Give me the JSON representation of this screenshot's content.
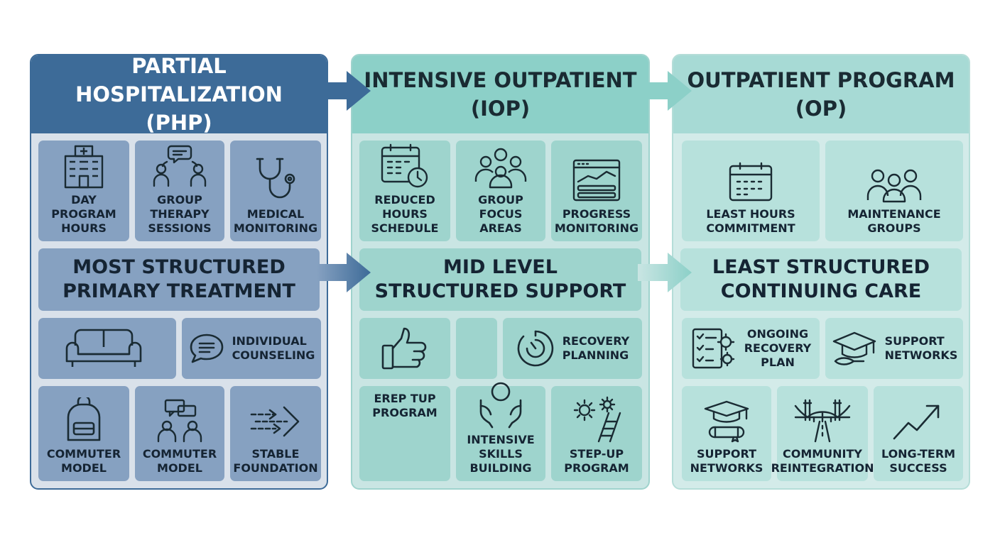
{
  "colors": {
    "php_dark": "#3d6b98",
    "php_tile": "#86a1c1",
    "php_bg": "#d9e1ea",
    "iop_head": "#8cd0c8",
    "iop_tile": "#9ed4cd",
    "op_head": "#a7dad5",
    "op_tile": "#b7e1dc",
    "ink": "#1a2b33"
  },
  "columns": [
    {
      "id": "php",
      "title_line1": "PARTIAL HOSPITALIZATION",
      "title_line2": "(PHP)",
      "banner_line1": "MOST STRUCTURED",
      "banner_line2": "PRIMARY TREATMENT",
      "tiles": [
        {
          "label": "DAY PROGRAM\nHOURS",
          "icon": "hospital-icon"
        },
        {
          "label": "GROUP\nTHERAPY\nSESSIONS",
          "icon": "group-chat-icon"
        },
        {
          "label": "MEDICAL\nMONITORING",
          "icon": "stethoscope-icon"
        },
        {
          "label": "",
          "icon": "sofa-icon"
        },
        {
          "label": "INDIVIDUAL\nCOUNSELING",
          "icon": "speech-bubble-icon"
        },
        {
          "label": "COMMUTER\nMODEL",
          "icon": "backpack-icon"
        },
        {
          "label": "COMMUTER\nMODEL",
          "icon": "people-chat-icon"
        },
        {
          "label": "STABLE\nFOUNDATION",
          "icon": "speed-arrows-icon"
        }
      ]
    },
    {
      "id": "iop",
      "title_line1": "INTENSIVE OUTPATIENT",
      "title_line2": "(IOP)",
      "banner_line1": "MID LEVEL",
      "banner_line2": "STRUCTURED SUPPORT",
      "tiles": [
        {
          "label": "REDUCED\nHOURS\nSCHEDULE",
          "icon": "calendar-clock-icon"
        },
        {
          "label": "GROUP\nFOCUS\nAREAS",
          "icon": "people-group-icon"
        },
        {
          "label": "PROGRESS\nMONITORING",
          "icon": "dashboard-icon"
        },
        {
          "label": "",
          "icon": "thumbs-up-icon"
        },
        {
          "label": "",
          "icon": ""
        },
        {
          "label": "RECOVERY\nPLANNING",
          "icon": "timer-icon"
        },
        {
          "label": "EREP TUP\nPROGRAM",
          "icon": ""
        },
        {
          "label": "INTENSIVE\nSKILLS BUILDING",
          "icon": "hands-icon"
        },
        {
          "label": "STEP-UP\nPROGRAM",
          "icon": "gears-ladder-icon"
        }
      ]
    },
    {
      "id": "op",
      "title_line1": "OUTPATIENT PROGRAM",
      "title_line2": "(OP)",
      "banner_line1": "LEAST STRUCTURED",
      "banner_line2": "CONTINUING CARE",
      "tiles": [
        {
          "label": "LEAST HOURS\nCOMMITMENT",
          "icon": "calendar-icon"
        },
        {
          "label": "MAINTENANCE\nGROUPS",
          "icon": "people-group-icon"
        },
        {
          "label": "ONGOING\nRECOVERY\nPLAN",
          "icon": "checklist-gears-icon"
        },
        {
          "label": "SUPPORT\nNETWORKS",
          "icon": "graduation-cap-icon"
        },
        {
          "label": "SUPPORT\nNETWORKS",
          "icon": "graduation-diploma-icon"
        },
        {
          "label": "COMMUNITY\nREINTEGRATION",
          "icon": "bridge-icon"
        },
        {
          "label": "LONG-TERM\nSUCCESS",
          "icon": "growth-arrow-icon"
        }
      ]
    }
  ]
}
